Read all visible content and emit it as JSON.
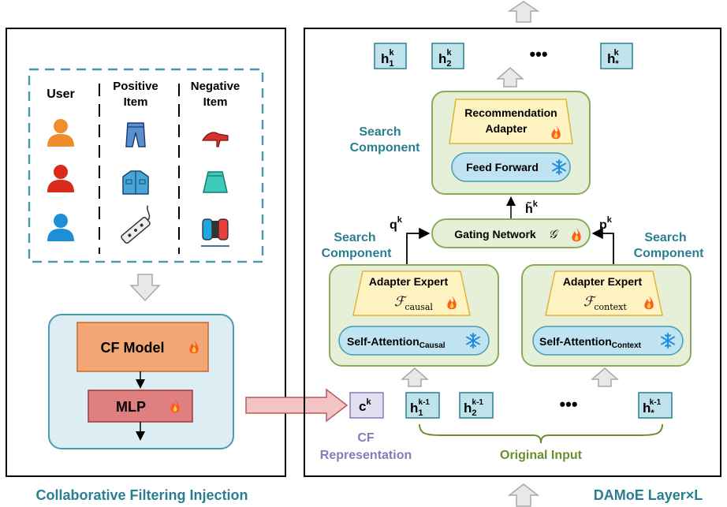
{
  "left_panel": {
    "title": "Collaborative Filtering Injection",
    "columns": {
      "user": "User",
      "positive": [
        "Positive",
        "Item"
      ],
      "negative": [
        "Negative",
        "Item"
      ]
    },
    "users": [
      {
        "color": "#ef8c2c",
        "positive_icon": "jeans-icon",
        "negative_icon": "red-shoe-icon"
      },
      {
        "color": "#d92a1c",
        "positive_icon": "denim-jacket-icon",
        "negative_icon": "skirt-icon"
      },
      {
        "color": "#1e8fd6",
        "positive_icon": "power-strip-icon",
        "negative_icon": "game-controller-icon"
      }
    ],
    "cf_model_label": "CF Model",
    "mlp_label": "MLP"
  },
  "right_panel": {
    "title": "DAMoE Layer×L",
    "outputs": [
      {
        "base": "h",
        "sub": "1",
        "sup": "k"
      },
      {
        "base": "h",
        "sub": "2",
        "sup": "k"
      },
      {
        "base": "h",
        "sub": "*",
        "sup": "k"
      }
    ],
    "ellipsis": "•••",
    "recommendation_adapter": [
      "Recommendation",
      "Adapter"
    ],
    "feed_forward": "Feed Forward",
    "search_component": [
      "Search",
      "Component"
    ],
    "h_tilde": {
      "base": "h̃",
      "sup": "k"
    },
    "q_label": {
      "base": "q",
      "sup": "k"
    },
    "p_label": {
      "base": "p",
      "sup": "k"
    },
    "gating_network": "Gating Network",
    "gating_symbol": "𝒢",
    "left_expert": {
      "title": "Adapter Expert",
      "func": "ℱ",
      "func_sub": "causal",
      "attention": "Self-Attention",
      "attention_sub": "Causal"
    },
    "right_expert": {
      "title": "Adapter Expert",
      "func": "ℱ",
      "func_sub": "context",
      "attention": "Self-Attention",
      "attention_sub": "Context"
    },
    "cf_input": {
      "base": "c",
      "sup": "k"
    },
    "inputs": [
      {
        "base": "h",
        "sub": "1",
        "sup": "k-1"
      },
      {
        "base": "h",
        "sub": "2",
        "sup": "k-1"
      },
      {
        "base": "h",
        "sub": "*",
        "sup": "k-1"
      }
    ],
    "cf_representation": [
      "CF",
      "Representation"
    ],
    "original_input": "Original Input"
  },
  "colors": {
    "teal_box": "#bfe3ea",
    "teal_text": "#2a7f8f",
    "green_panel": "#e6efd8",
    "green_border": "#8aab5a",
    "yellow_adapter": "#fff3c2",
    "blue_pill": "#bfe3f0",
    "cf_model_fill": "#f2a774",
    "mlp_fill": "#df7f7f",
    "purple": "#8a79b8",
    "olive": "#6b8e2c"
  }
}
